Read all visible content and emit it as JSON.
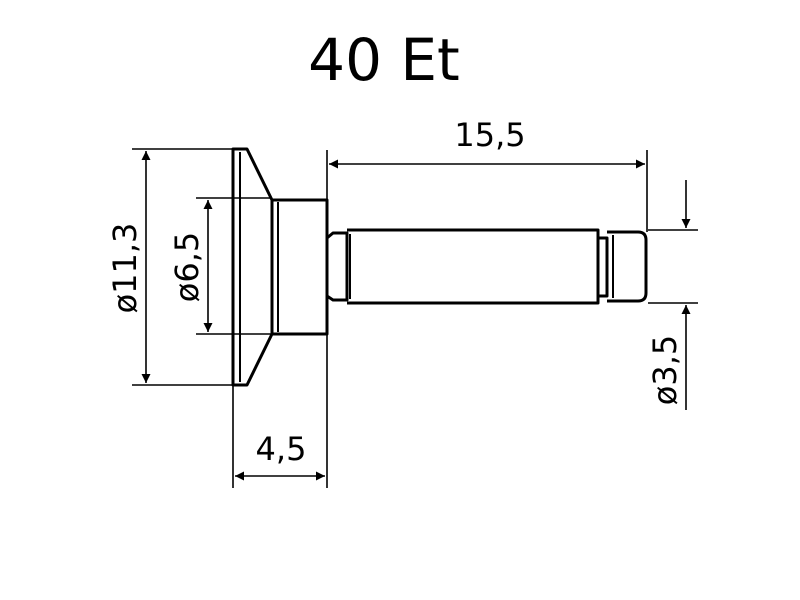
{
  "title": "40 Et",
  "dimensions": {
    "shaft_length": "15,5",
    "head_diameter": "ø11,3",
    "collar_diameter": "ø6,5",
    "head_length": "4,5",
    "shaft_diameter": "ø3,5"
  }
}
